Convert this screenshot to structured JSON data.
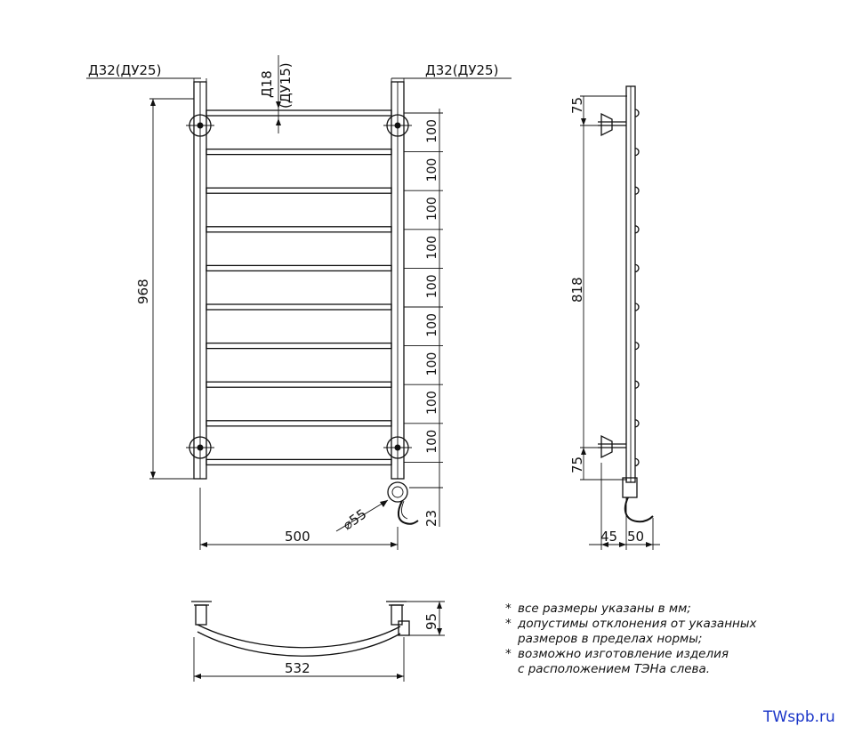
{
  "front_view": {
    "left_connection": "Д32(ДУ25)",
    "right_connection": "Д32(ДУ25)",
    "top_pipe": "Д18",
    "top_pipe_alt": "(ДУ15)",
    "overall_height": "968",
    "rung_spacing": [
      "100",
      "100",
      "100",
      "100",
      "100",
      "100",
      "100",
      "100",
      "100"
    ],
    "width": "500",
    "heater_diameter": "⌀55",
    "heater_offset": "23"
  },
  "side_view": {
    "top_offset": "75",
    "bracket_span": "818",
    "bottom_offset": "75",
    "depth_a": "45",
    "depth_b": "50"
  },
  "top_view": {
    "overall_width": "532",
    "depth": "95"
  },
  "notes": [
    {
      "line1": "все размеры указаны в мм;",
      "line2": ""
    },
    {
      "line1": "допустимы отклонения от указанных",
      "line2": "размеров в пределах нормы;"
    },
    {
      "line1": "возможно изготовление изделия",
      "line2": "с расположением ТЭНа слева."
    }
  ],
  "bullet": "*",
  "site": "TWspb.ru"
}
